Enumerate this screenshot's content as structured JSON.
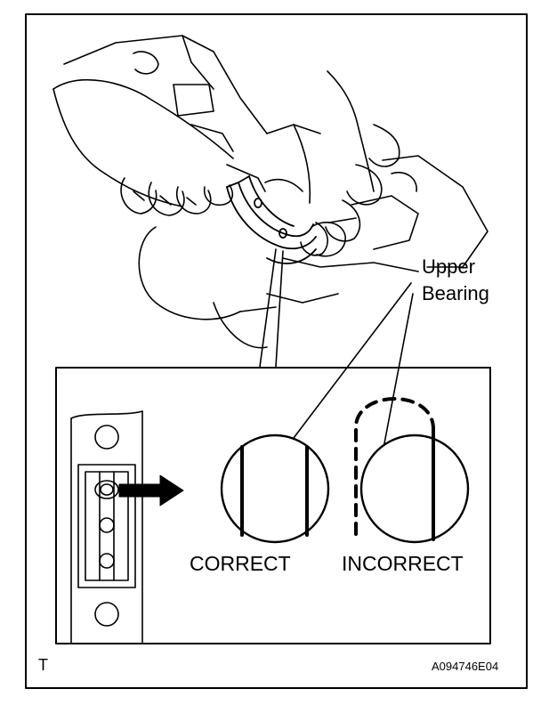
{
  "callout": {
    "line1": "Upper",
    "line2": "Bearing"
  },
  "correct_label": "CORRECT",
  "incorrect_label": "INCORRECT",
  "corner_mark": "T",
  "figure_code": "A094746E04"
}
